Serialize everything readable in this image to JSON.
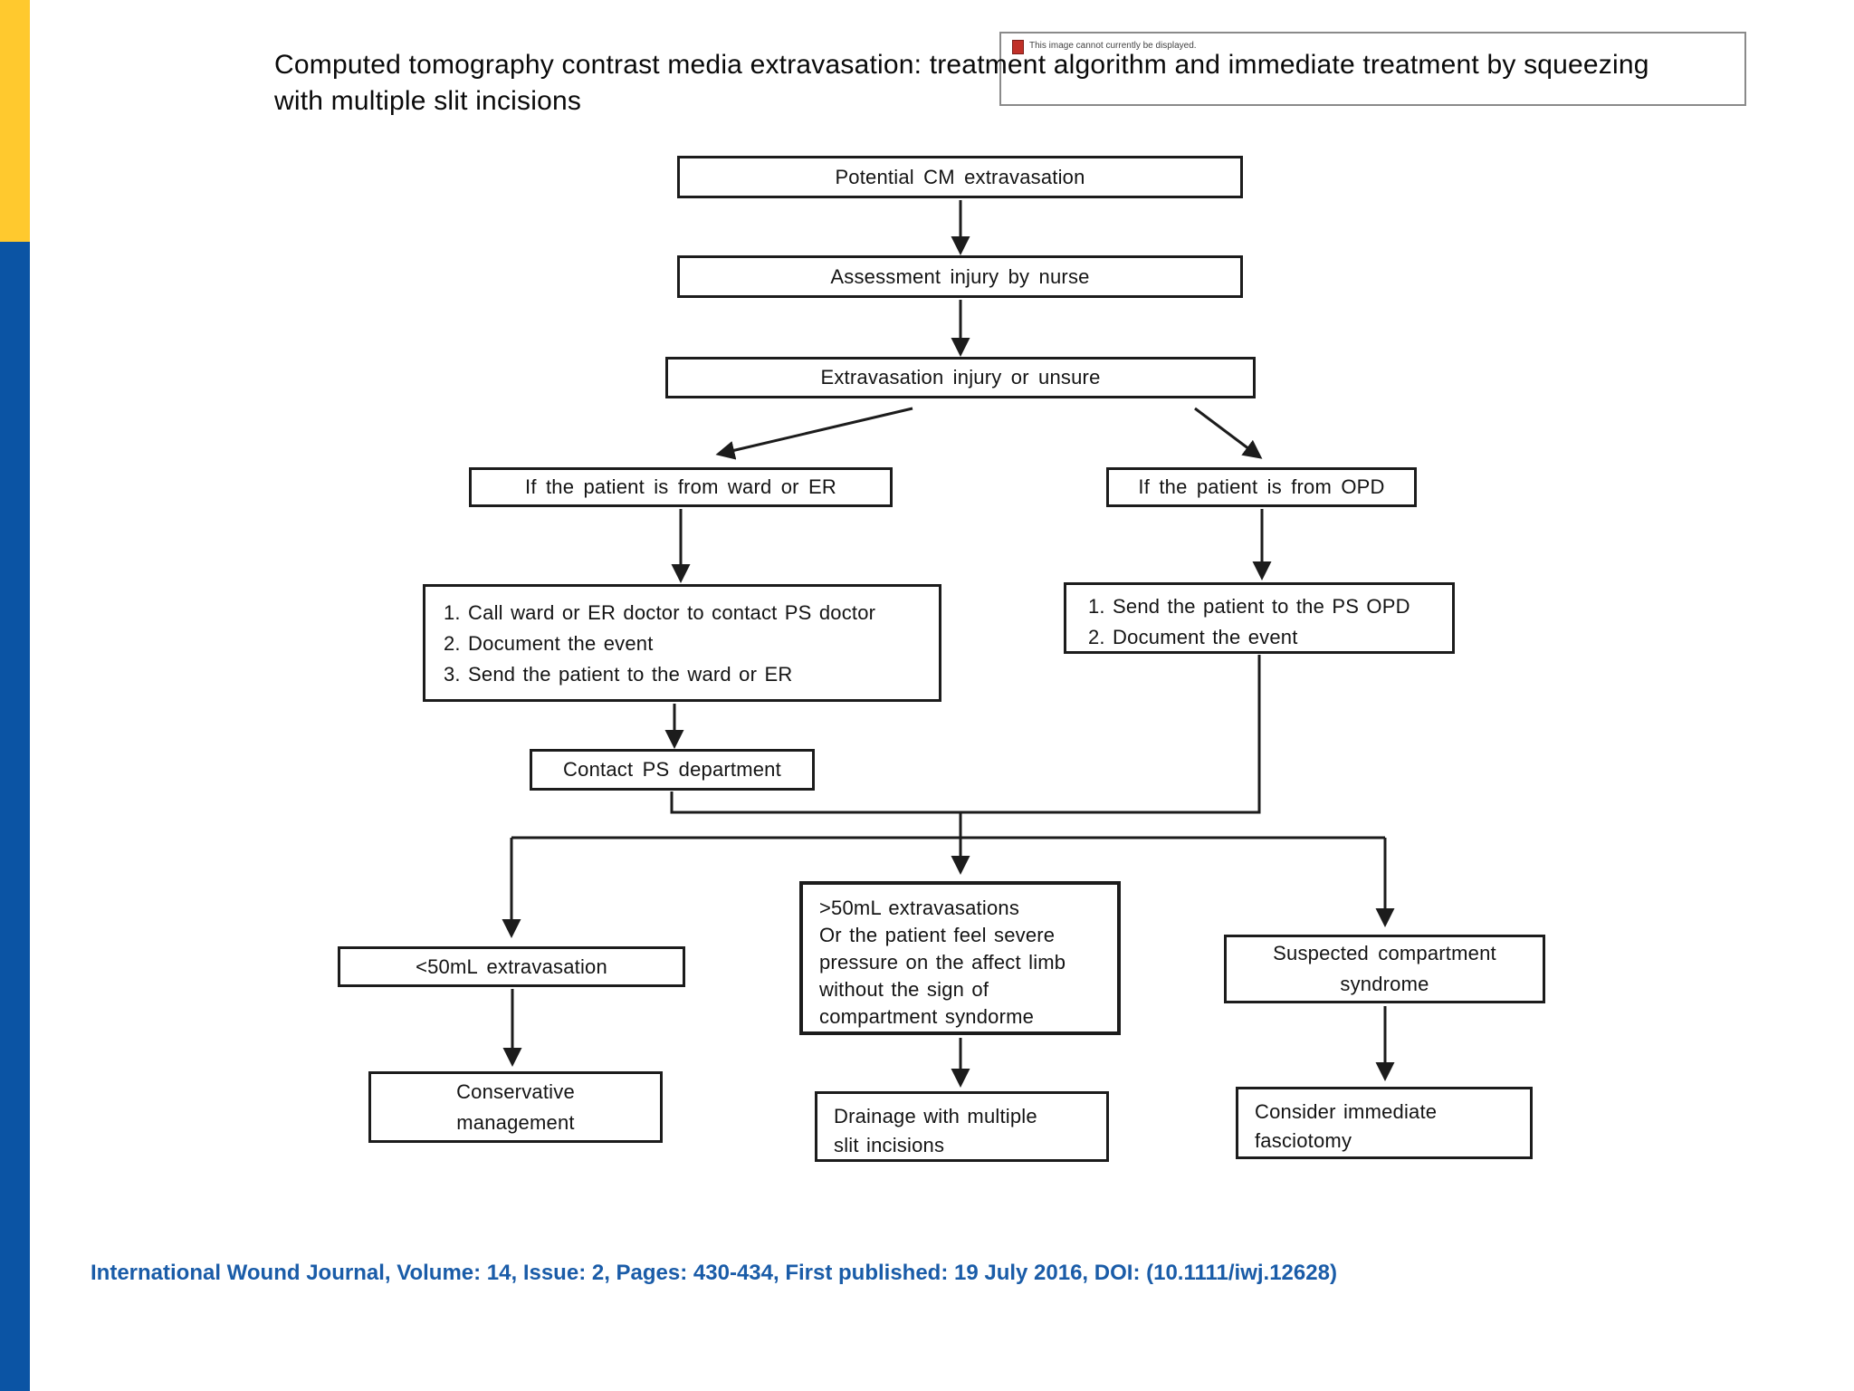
{
  "page": {
    "title_line1": "Computed tomography contrast media extravasation: treatment algorithm and immediate treatment by squeezing",
    "title_line2": "with multiple slit incisions",
    "citation": "International Wound Journal, Volume: 14, Issue: 2, Pages: 430-434, First published: 19 July 2016, DOI: (10.1111/iwj.12628)",
    "placeholder": {
      "icon": "broken-image-icon",
      "text": "This image cannot currently be displayed."
    },
    "colors": {
      "sidebar_yellow": "#FFC92E",
      "sidebar_blue": "#0B54A4",
      "citation_blue": "#1A5CA8",
      "box_border": "#1c1c1c",
      "placeholder_icon_red": "#C03028"
    }
  },
  "flowchart": {
    "nodes": {
      "potential": {
        "lines": [
          "Potential CM extravasation"
        ]
      },
      "assessment": {
        "lines": [
          "Assessment injury by nurse"
        ]
      },
      "extravasation": {
        "lines": [
          "Extravasation injury or unsure"
        ]
      },
      "from_ward_er": {
        "lines": [
          "If the patient is from ward or ER"
        ]
      },
      "from_opd": {
        "lines": [
          "If the patient is from OPD"
        ]
      },
      "ward_steps": {
        "lines": [
          "1. Call ward or ER doctor to contact PS doctor",
          "2. Document the event",
          "3. Send the patient to the ward or ER"
        ]
      },
      "opd_steps": {
        "lines": [
          "1. Send the patient to the PS OPD",
          "2. Document the event"
        ]
      },
      "contact_ps": {
        "lines": [
          "Contact PS department"
        ]
      },
      "less_50": {
        "lines": [
          "<50mL extravasation"
        ]
      },
      "more_50": {
        "lines": [
          ">50mL extravasations",
          "Or the patient feel severe",
          "pressure on the affect limb",
          "without the sign of",
          "compartment syndorme"
        ]
      },
      "suspected": {
        "lines": [
          "Suspected compartment",
          "syndrome"
        ]
      },
      "conservative": {
        "lines": [
          "Conservative",
          "management"
        ]
      },
      "drainage": {
        "lines": [
          "Drainage with multiple",
          "slit incisions"
        ]
      },
      "fasciotomy": {
        "lines": [
          "Consider immediate",
          "fasciotomy"
        ]
      }
    }
  }
}
